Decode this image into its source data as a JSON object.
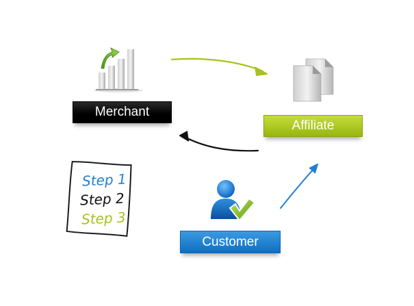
{
  "nodes": {
    "merchant": {
      "label": "Merchant",
      "icon": "bar-chart-growth-icon"
    },
    "affiliate": {
      "label": "Affiliate",
      "icon": "documents-icon"
    },
    "customer": {
      "label": "Customer",
      "icon": "user-check-icon"
    }
  },
  "steps": [
    "Step 1",
    "Step 2",
    "Step 3"
  ],
  "colors": {
    "merchant": "#000000",
    "affiliate": "#a6c31c",
    "customer": "#1e7fd6"
  }
}
